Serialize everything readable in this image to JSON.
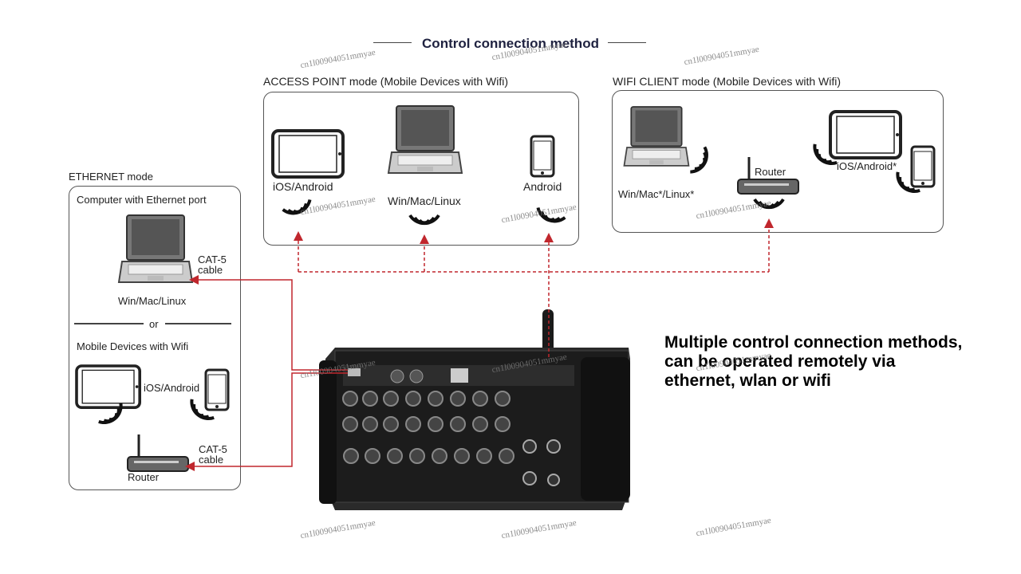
{
  "title": "Control connection method",
  "headline": {
    "line1": "Multiple control connection methods,",
    "line2": "can be operated remotely via",
    "line3": "ethernet, wlan or wifi"
  },
  "access_point": {
    "title": "ACCESS POINT mode (Mobile Devices with Wifi)",
    "tablet_label": "iOS/Android",
    "laptop_label": "Win/Mac/Linux",
    "phone_label": "Android"
  },
  "wifi_client": {
    "title": "WIFI CLIENT mode (Mobile Devices with Wifi)",
    "laptop_label": "Win/Mac*/Linux*",
    "router_label": "Router",
    "tablet_label": "iOS/Android*"
  },
  "ethernet": {
    "title": "ETHERNET mode",
    "computer_heading": "Computer with Ethernet port",
    "laptop_label": "Win/Mac/Linux",
    "cable_top_1": "CAT-5",
    "cable_top_2": "cable",
    "or": "or",
    "mobile_heading": "Mobile Devices with Wifi",
    "tablet_label": "iOS/Android",
    "cable_bottom_1": "CAT-5",
    "cable_bottom_2": "cable",
    "router_label": "Router"
  },
  "watermark": "cn1l00904051mmyae",
  "colors": {
    "arrow": "#c0272d",
    "panel_border": "#555555",
    "title": "#1f2240"
  }
}
